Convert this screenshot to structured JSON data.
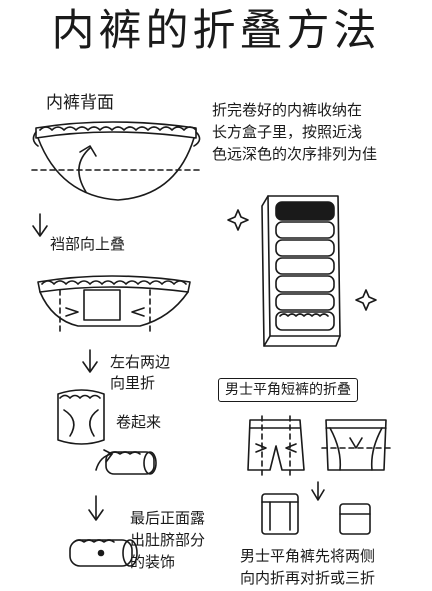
{
  "title": "内裤的折叠方法",
  "steps": {
    "back_label": "内裤背面",
    "crotch_fold": "裆部向上叠",
    "sides_fold_line1": "左右两边",
    "sides_fold_line2": "向里折",
    "roll_up": "卷起来",
    "final_line1": "最后正面露",
    "final_line2": "出肚脐部分",
    "final_line3": "的装饰"
  },
  "storage_tip": {
    "line1": "折完卷好的内裤收纳在",
    "line2": "长方盒子里，按照近浅",
    "line3": "色远深色的次序排列为佳"
  },
  "boxer": {
    "heading": "男士平角短裤的折叠",
    "line1": "男士平角裤先将两侧",
    "line2": "向内折再对折或三折"
  }
}
